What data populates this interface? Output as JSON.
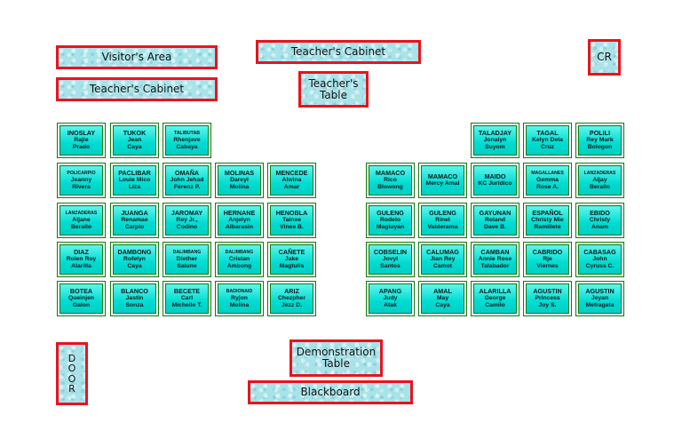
{
  "rooms": {
    "visitors_area": "Visitor's Area",
    "teachers_cabinet_top": "Teacher's Cabinet",
    "teachers_cabinet_left": "Teacher's Cabinet",
    "teachers_table": "Teacher's\nTable",
    "cr": "CR",
    "door": "D\nO\nO\nR",
    "demonstration_table": "Demonstration\nTable",
    "blackboard": "Blackboard"
  },
  "seats": [
    {
      "surname": "INOSLAY",
      "first": "Rajie\nPrado"
    },
    {
      "surname": "TUKOK",
      "first": "Jean\nCaya"
    },
    {
      "surname": "TALIBUTAB",
      "first": "Rhenjave\nCabaya",
      "small": true
    },
    {
      "surname": "TALADJAY",
      "first": "Jonalyn\nSuyom"
    },
    {
      "surname": "TAGAL",
      "first": "Kelyn Dela\nCruz"
    },
    {
      "surname": "POLILI",
      "first": "Rey Mark\nBologon"
    },
    {
      "surname": "POLICARPIO",
      "first": "Jeanny\nRivera",
      "small": true
    },
    {
      "surname": "PACLIBAR",
      "first": "Louie Mico\nLiza"
    },
    {
      "surname": "OMAÑA",
      "first": "John Jehad\nFerenz P."
    },
    {
      "surname": "MOLINAS",
      "first": "Dareyl\nMolina"
    },
    {
      "surname": "MENCEDE",
      "first": "Alwina\nAmar"
    },
    {
      "surname": "MAMACO",
      "first": "Rico\nBlowong"
    },
    {
      "surname": "MAMACO",
      "first": "Mercy Amal"
    },
    {
      "surname": "MAIDO",
      "first": "KC Juridico"
    },
    {
      "surname": "MAGALLANES",
      "first": "Gemma\nRose A.",
      "small": true
    },
    {
      "surname": "LANZADERAS",
      "first": "Aljay\nBerallo",
      "small": true
    },
    {
      "surname": "LANZADERAS",
      "first": "Aljane\nBerallo",
      "small": true
    },
    {
      "surname": "JUANGA",
      "first": "Renamae\nCarpio"
    },
    {
      "surname": "JAROMAY",
      "first": "Rey Jr.,\nCodino"
    },
    {
      "surname": "HERNANE",
      "first": "Anjelyn\nAlbarasin"
    },
    {
      "surname": "HENOBLA",
      "first": "Tainee\nVinee B."
    },
    {
      "surname": "GULENG",
      "first": "Rodelo\nMagluyan"
    },
    {
      "surname": "GULENG",
      "first": "Rinel\nValderama"
    },
    {
      "surname": "GAYUNAN",
      "first": "Roland\nDave B."
    },
    {
      "surname": "ESPAÑOL",
      "first": "Christy Mie\nRamillete"
    },
    {
      "surname": "EBIDO",
      "first": "Christy\nAnam"
    },
    {
      "surname": "DIAZ",
      "first": "Rolen Roy\nAlarilla"
    },
    {
      "surname": "DAMBONG",
      "first": "Rofelyn\nCaya"
    },
    {
      "surname": "DALIMBANG",
      "first": "Diether\nSalune",
      "small": true
    },
    {
      "surname": "DALIMBANG",
      "first": "Cristan\nAmbong",
      "small": true
    },
    {
      "surname": "CAÑETE",
      "first": "Jake\nMagtulis"
    },
    {
      "surname": "COBSELIN",
      "first": "Jovyl\nSantos"
    },
    {
      "surname": "CALUMAG",
      "first": "Jian Rey\nCamot"
    },
    {
      "surname": "CAMBAN",
      "first": "Annie Rose\nTalabador"
    },
    {
      "surname": "CABRIDO",
      "first": "Rje\nViernes"
    },
    {
      "surname": "CABASAG",
      "first": "John\nCyruss C."
    },
    {
      "surname": "BOTEA",
      "first": "Queinjen\nGalon"
    },
    {
      "surname": "BLANCO",
      "first": "Jastin\nSonza"
    },
    {
      "surname": "BECETE",
      "first": "Carl\nMichelle T."
    },
    {
      "surname": "BADIONAID",
      "first": "Ryjon\nMolina",
      "small": true
    },
    {
      "surname": "ARIZ",
      "first": "Chezpher\nJezz D."
    },
    {
      "surname": "APANG",
      "first": "Judy\nAtak"
    },
    {
      "surname": "AMAL",
      "first": "May\nCaya"
    },
    {
      "surname": "ALARILLA",
      "first": "George\nCamilo"
    },
    {
      "surname": "AGUSTIN",
      "first": "Princess\nJoy S."
    },
    {
      "surname": "AGUSTIN",
      "first": "Jeyan\nMefragata"
    }
  ]
}
